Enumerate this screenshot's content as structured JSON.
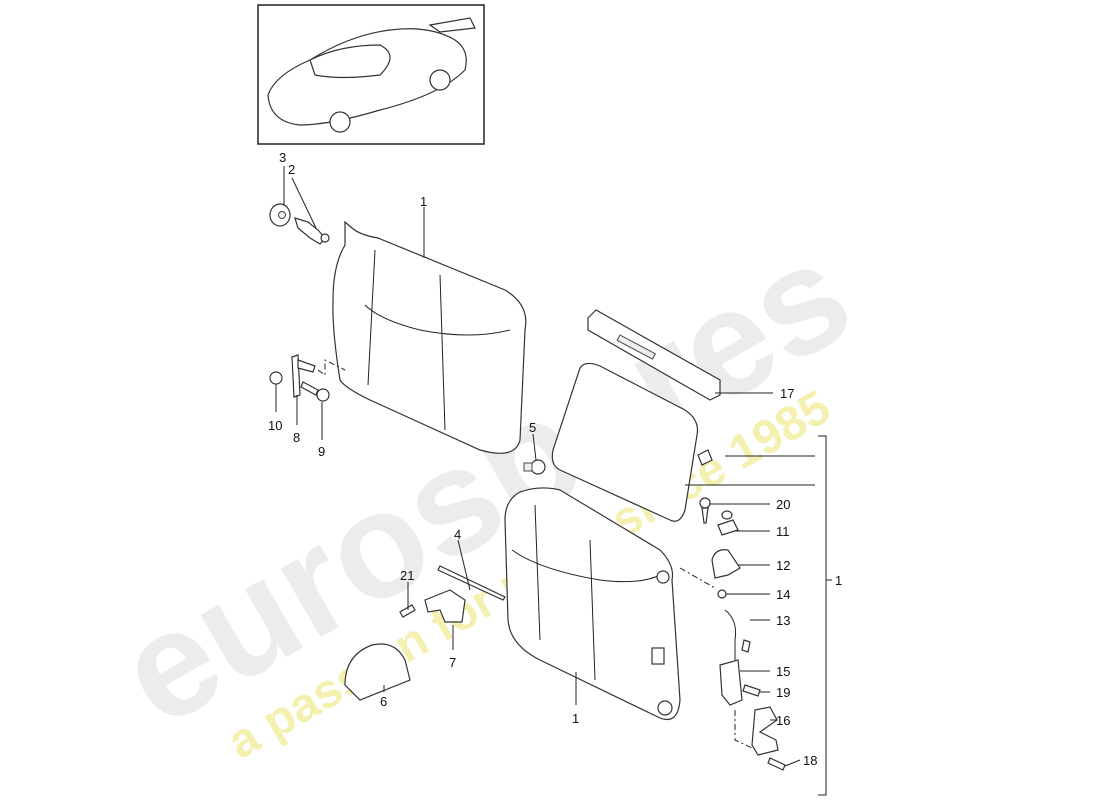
{
  "watermark": {
    "brand": "eurospares",
    "tagline": "a passion for parts since 1985",
    "brand_color": "#e6e6e6",
    "tagline_color": "#f3f0a6"
  },
  "thumbnail": {
    "icon": "car-overview-icon"
  },
  "callouts": {
    "c1a": "1",
    "c1b": "1",
    "c1c": "1",
    "c2": "2",
    "c3": "3",
    "c4": "4",
    "c5": "5",
    "c6": "6",
    "c7": "7",
    "c8": "8",
    "c9": "9",
    "c10": "10",
    "c11": "11",
    "c12": "12",
    "c13": "13",
    "c14": "14",
    "c15": "15",
    "c16": "16",
    "c17": "17",
    "c18": "18",
    "c19": "19",
    "c20": "20",
    "c21": "21"
  }
}
